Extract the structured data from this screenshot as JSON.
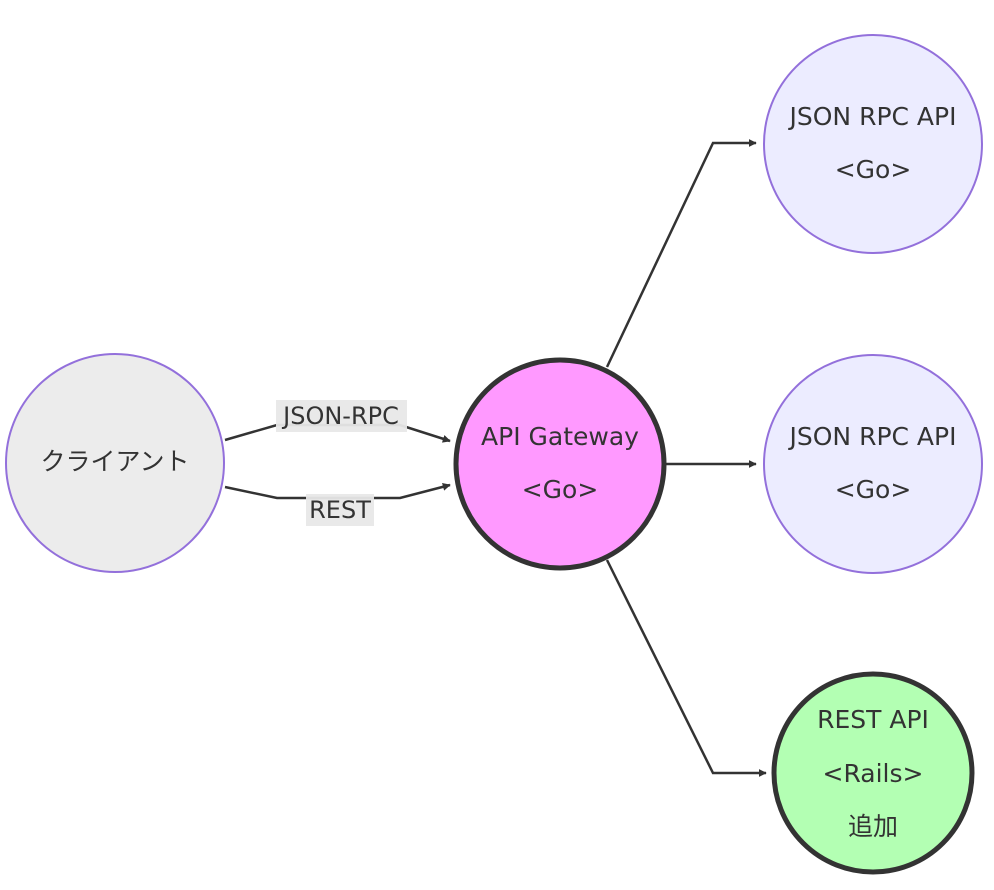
{
  "diagram": {
    "nodes": {
      "client": {
        "lines": [
          "クライアント"
        ],
        "fill": "#ececec",
        "stroke": "#9370db"
      },
      "gateway": {
        "lines": [
          "API Gateway",
          "<Go>"
        ],
        "fill": "#ff99ff",
        "stroke": "#333333"
      },
      "jsonrpc1": {
        "lines": [
          "JSON RPC API",
          "<Go>"
        ],
        "fill": "#ececff",
        "stroke": "#9370db"
      },
      "jsonrpc2": {
        "lines": [
          "JSON RPC API",
          "<Go>"
        ],
        "fill": "#ececff",
        "stroke": "#9370db"
      },
      "rest": {
        "lines": [
          "REST API",
          "<Rails>",
          "追加"
        ],
        "fill": "#b3ffb3",
        "stroke": "#333333"
      }
    },
    "edges": [
      {
        "from": "client",
        "to": "gateway",
        "label": "JSON-RPC"
      },
      {
        "from": "client",
        "to": "gateway",
        "label": "REST"
      },
      {
        "from": "gateway",
        "to": "jsonrpc1",
        "label": ""
      },
      {
        "from": "gateway",
        "to": "jsonrpc2",
        "label": ""
      },
      {
        "from": "gateway",
        "to": "rest",
        "label": ""
      }
    ],
    "edge_color": "#333333"
  }
}
